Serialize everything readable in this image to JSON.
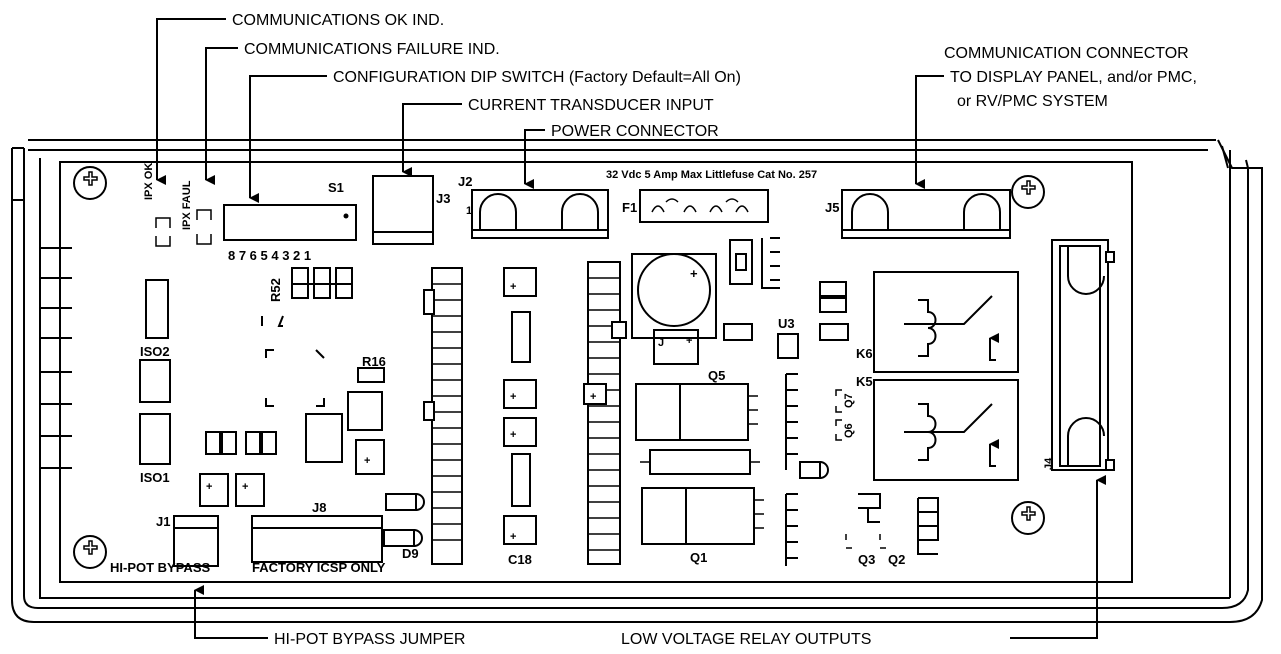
{
  "callouts": {
    "comm_ok": "COMMUNICATIONS OK IND.",
    "comm_fail": "COMMUNICATIONS FAILURE IND.",
    "dip_switch": "CONFIGURATION  DIP SWITCH (Factory Default=All On)",
    "current_input": "CURRENT TRANSDUCER INPUT",
    "power_connector": "POWER CONNECTOR",
    "comm_connector_1": "COMMUNICATION CONNECTOR",
    "comm_connector_2": "TO DISPLAY PANEL, and/or PMC,",
    "comm_connector_3": "or RV/PMC SYSTEM",
    "hipot_jumper": "HI-POT BYPASS JUMPER",
    "relay_outputs": "LOW VOLTAGE RELAY OUTPUTS"
  },
  "board": {
    "ipx_ok": "IPX OK",
    "ipx_faul": "IPX FAUL",
    "s1": "S1",
    "dip_numbers": "8 7 6 5 4 3 2 1",
    "j3": "J3",
    "j2": "J2",
    "pin1": "1",
    "fuse_note": "32 Vdc 5 Amp Max Littlefuse Cat No. 257",
    "f1": "F1",
    "j5": "J5",
    "r52": "R52",
    "iso2": "ISO2",
    "iso1": "ISO1",
    "r16": "R16",
    "u3": "U3",
    "k6": "K6",
    "k5": "K5",
    "q7": "Q7",
    "q6": "Q6",
    "q5": "Q5",
    "q1": "Q1",
    "q3": "Q3",
    "q2": "Q2",
    "j4": "J4",
    "j1": "J1",
    "j8": "J8",
    "d9": "D9",
    "c18": "C18",
    "hipot_bypass": "HI-POT BYPASS",
    "factory_icsp": "FACTORY ICSP ONLY"
  }
}
